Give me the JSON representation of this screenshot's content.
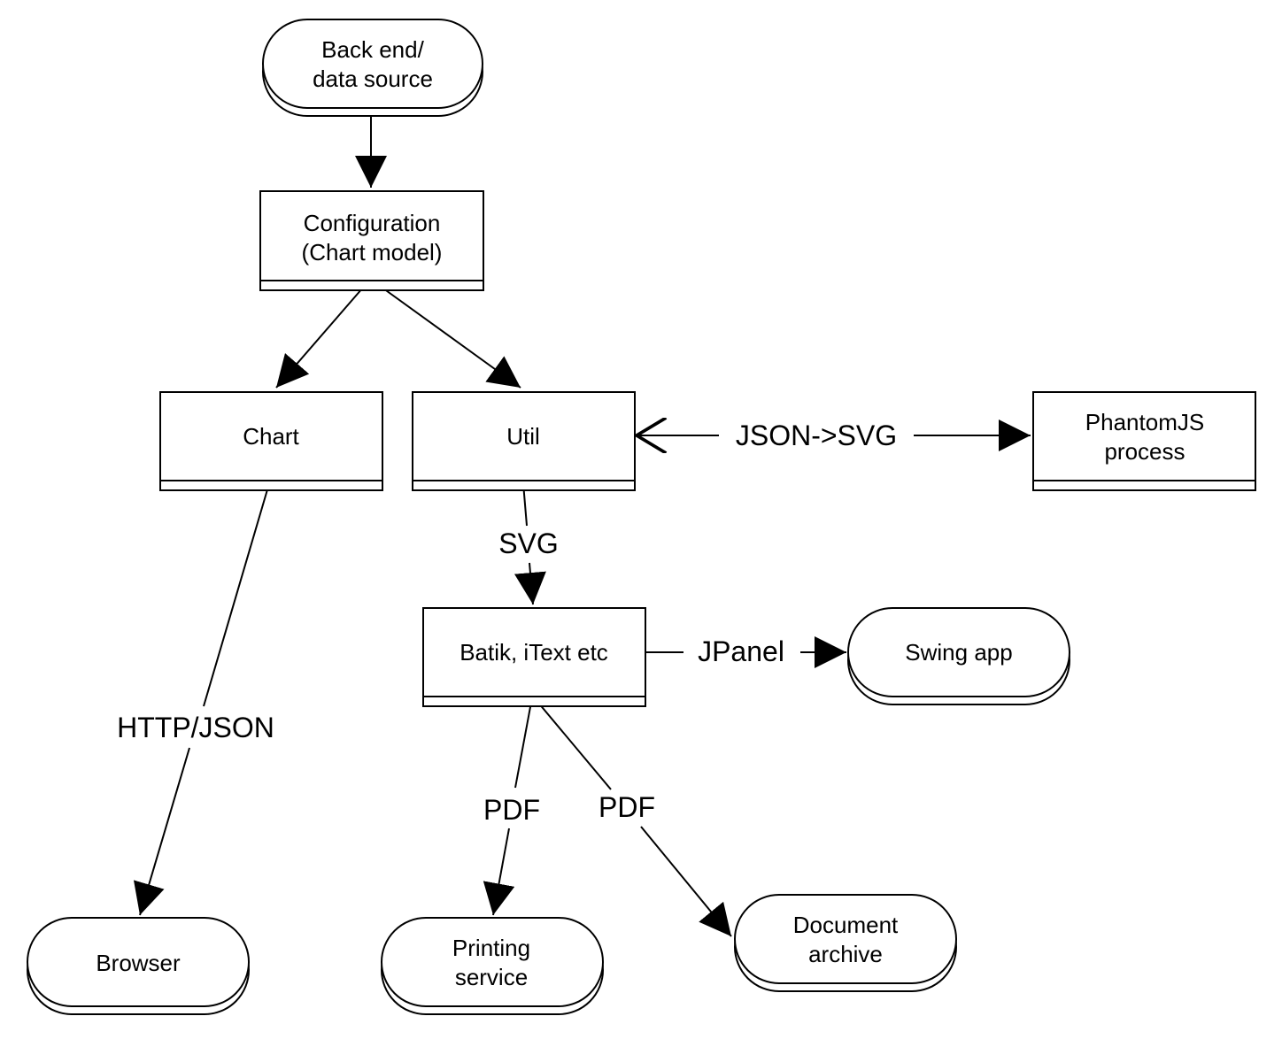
{
  "nodes": {
    "backend": {
      "lines": [
        "Back end/",
        "data source"
      ]
    },
    "config": {
      "lines": [
        "Configuration",
        "(Chart model)"
      ]
    },
    "chart": {
      "lines": [
        "Chart"
      ]
    },
    "util": {
      "lines": [
        "Util"
      ]
    },
    "phantom": {
      "lines": [
        "PhantomJS",
        "process"
      ]
    },
    "batik": {
      "lines": [
        "Batik, iText etc"
      ]
    },
    "swing": {
      "lines": [
        "Swing app"
      ]
    },
    "browser": {
      "lines": [
        "Browser"
      ]
    },
    "printing": {
      "lines": [
        "Printing",
        "service"
      ]
    },
    "archive": {
      "lines": [
        "Document",
        "archive"
      ]
    }
  },
  "edges": {
    "util_phantom": "JSON->SVG",
    "util_batik": "SVG",
    "batik_swing": "JPanel",
    "chart_browser": "HTTP/JSON",
    "batik_printing": "PDF",
    "batik_archive": "PDF"
  }
}
